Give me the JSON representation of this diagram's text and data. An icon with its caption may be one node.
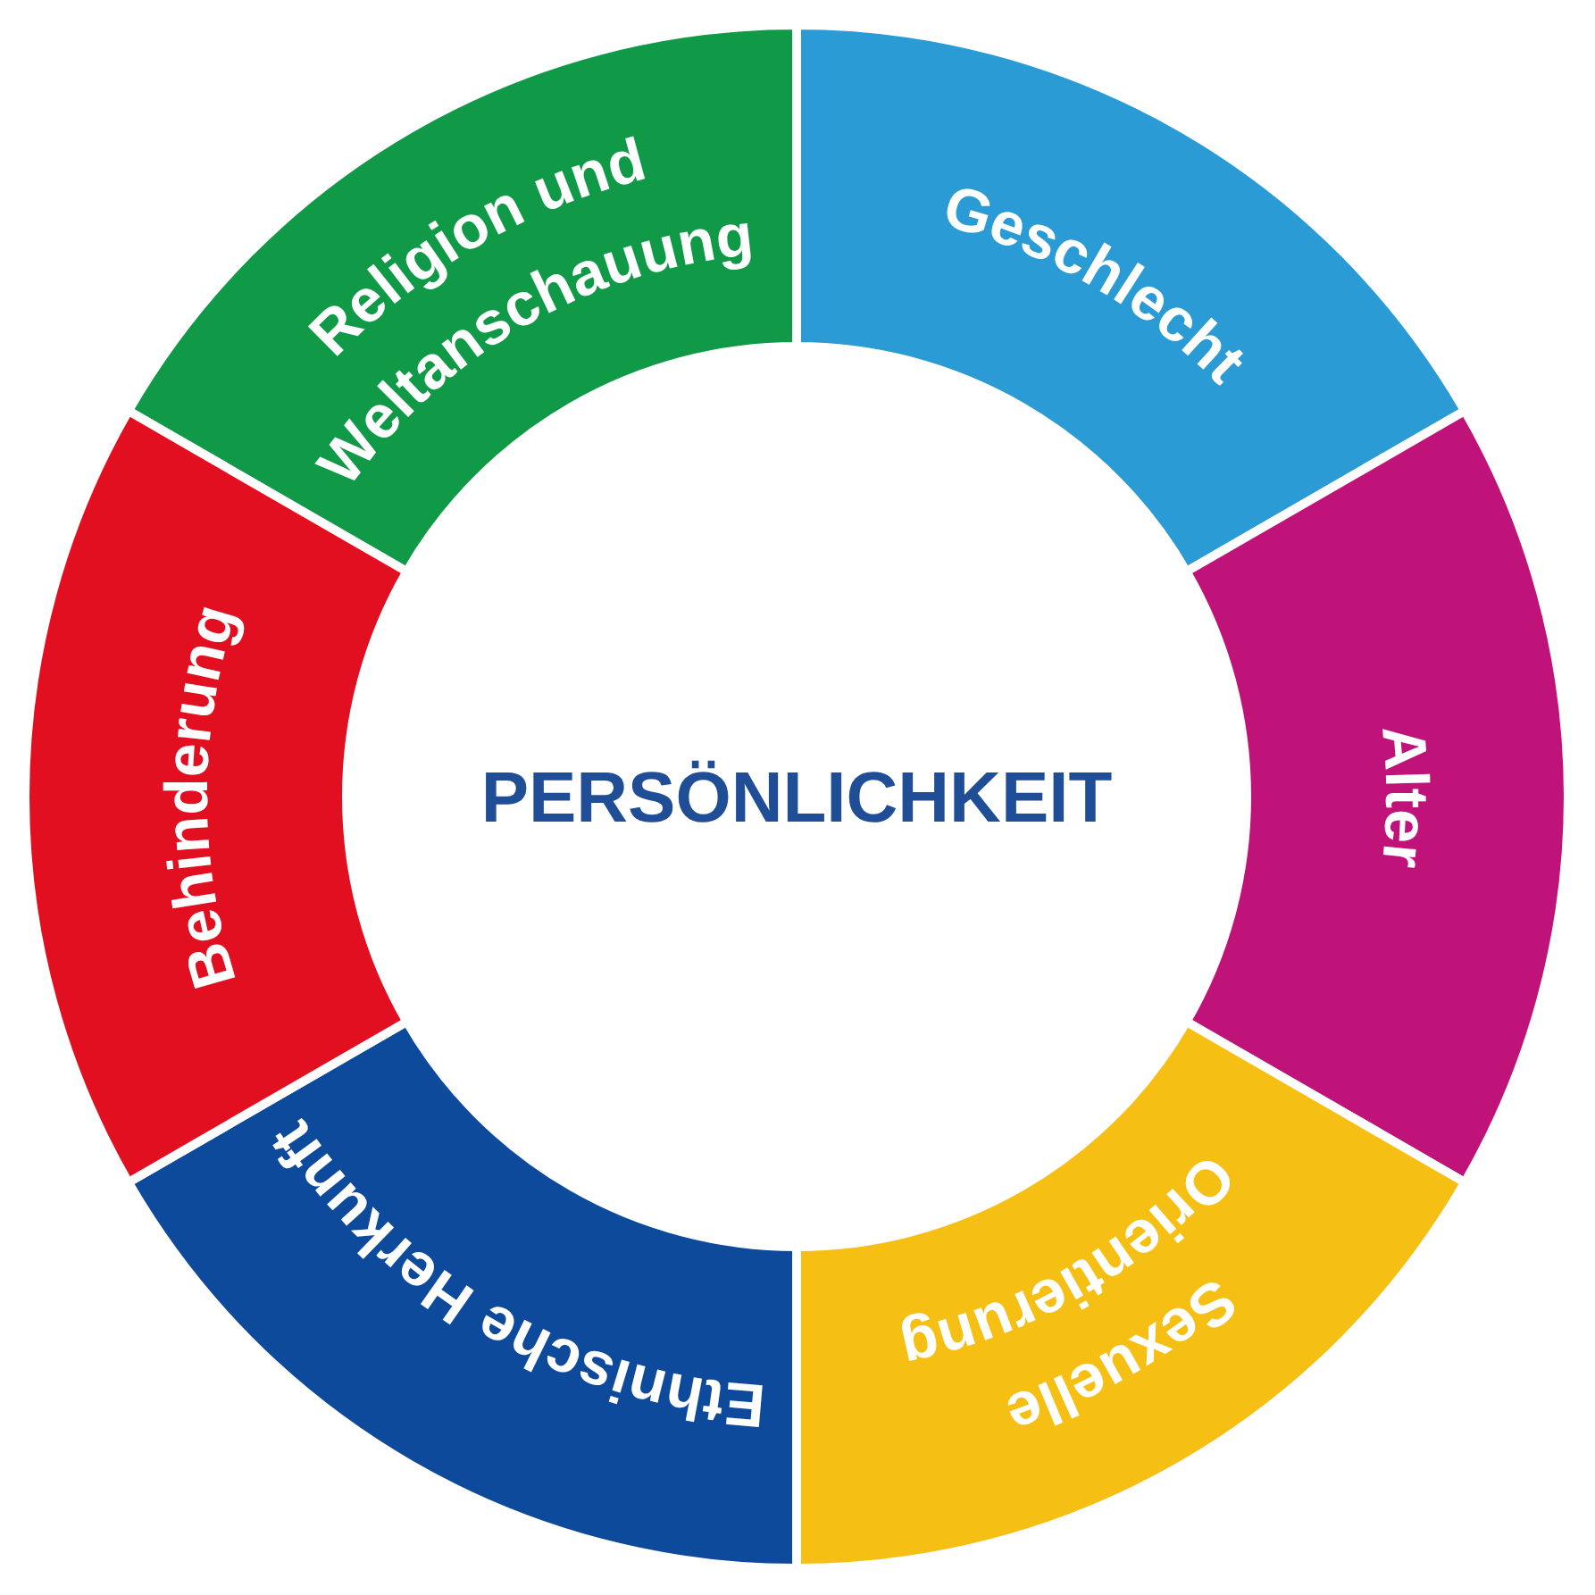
{
  "diagram": {
    "nodes": [
      {
        "text": [
          "Religion und Weltanschauung"
        ]
      },
      {
        "text": [
          "Geschlecht"
        ]
      },
      {
        "text": [
          "Alter"
        ]
      },
      {
        "text": [
          "Sexuelle Orientierung"
        ]
      },
      {
        "text": [
          "Ethnische Herkunft"
        ]
      },
      {
        "text": [
          "Behinderung"
        ]
      },
      {
        "text": [
          "PERSÖNLICHKEIT"
        ]
      }
    ]
  }
}
